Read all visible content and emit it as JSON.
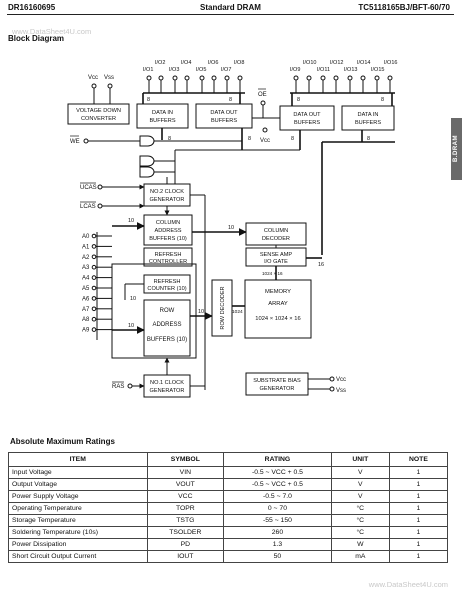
{
  "header": {
    "left": "DR16160695",
    "center": "Standard DRAM",
    "right": "TC5118165BJ/BFT-60/70",
    "watermark_top": "www.DataSheet4U.com",
    "watermark_bottom": "www.DataSheet4U.com",
    "side_tab": "B.DRAM"
  },
  "block_diagram": {
    "title": "Block Diagram",
    "vcc_label": "Vcc",
    "vss_label": "Vss",
    "io_left": [
      "I/O1",
      "I/O2",
      "I/O3",
      "I/O4",
      "I/O5",
      "I/O6",
      "I/O7",
      "I/O8"
    ],
    "io_right": [
      "I/O9",
      "I/O10",
      "I/O11",
      "I/O12",
      "I/O13",
      "I/O14",
      "I/O15",
      "I/O16"
    ],
    "oe": "OE",
    "we": "WE",
    "ucas": "UCAS",
    "lcas": "LCAS",
    "ras": "RAS",
    "address_pins": [
      "A0",
      "A1",
      "A2",
      "A3",
      "A4",
      "A5",
      "A6",
      "A7",
      "A8",
      "A9"
    ],
    "blocks": {
      "voltage_down": [
        "VOLTAGE DOWN",
        "CONVERTER"
      ],
      "data_in": [
        "DATA IN",
        "BUFFERS"
      ],
      "data_out_left": [
        "DATA OUT",
        "BUFFERS"
      ],
      "data_out_right": [
        "DATA OUT",
        "BUFFERS"
      ],
      "data_in_right": [
        "DATA IN",
        "BUFFERS"
      ],
      "no2_clock": [
        "NO.2 CLOCK",
        "GENERATOR"
      ],
      "column_address": [
        "COLUMN",
        "ADDRESS",
        "BUFFERS (10)"
      ],
      "refresh_controller": [
        "REFRESH",
        "CONTROLLER"
      ],
      "refresh_counter": [
        "REFRESH",
        "COUNTER (10)"
      ],
      "row_address": [
        "ROW",
        "ADDRESS",
        "BUFFERS (10)"
      ],
      "column_decoder": [
        "COLUMN",
        "DECODER"
      ],
      "sense_amp": [
        "SENSE AMP",
        "I/O GATE"
      ],
      "memory_array": [
        "MEMORY",
        "ARRAY",
        "1024 × 1024 × 16"
      ],
      "row_decoder": "ROW DECODER",
      "no1_clock": [
        "NO.1 CLOCK",
        "GENERATOR"
      ],
      "substrate_bias": [
        "SUBSTRATE BIAS",
        "GENERATOR"
      ]
    },
    "bus_labels": {
      "eight": "8",
      "ten": "10",
      "sixteen": "16",
      "ten24": "1024",
      "sense_width": "1024 × 16"
    }
  },
  "ratings": {
    "title": "Absolute Maximum Ratings",
    "headers": [
      "ITEM",
      "SYMBOL",
      "RATING",
      "UNIT",
      "NOTE"
    ],
    "rows": [
      {
        "item": "Input Voltage",
        "symbol": "VIN",
        "rating": "-0.5 ~ VCC + 0.5",
        "unit": "V",
        "note": "1"
      },
      {
        "item": "Output Voltage",
        "symbol": "VOUT",
        "rating": "-0.5 ~ VCC + 0.5",
        "unit": "V",
        "note": "1"
      },
      {
        "item": "Power Supply Voltage",
        "symbol": "VCC",
        "rating": "-0.5 ~ 7.0",
        "unit": "V",
        "note": "1"
      },
      {
        "item": "Operating Temperature",
        "symbol": "TOPR",
        "rating": "0 ~ 70",
        "unit": "°C",
        "note": "1"
      },
      {
        "item": "Storage Temperature",
        "symbol": "TSTG",
        "rating": "-55 ~ 150",
        "unit": "°C",
        "note": "1"
      },
      {
        "item": "Soldering Temperature (10s)",
        "symbol": "TSOLDER",
        "rating": "260",
        "unit": "°C",
        "note": "1"
      },
      {
        "item": "Power Dissipation",
        "symbol": "PD",
        "rating": "1.3",
        "unit": "W",
        "note": "1"
      },
      {
        "item": "Short Circuit Output Current",
        "symbol": "IOUT",
        "rating": "50",
        "unit": "mA",
        "note": "1"
      }
    ]
  }
}
